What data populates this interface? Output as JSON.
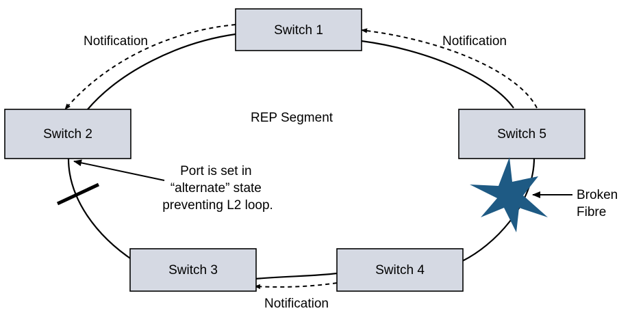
{
  "segment_label": "REP Segment",
  "switches": {
    "s1": "Switch 1",
    "s2": "Switch 2",
    "s3": "Switch 3",
    "s4": "Switch 4",
    "s5": "Switch 5"
  },
  "notifications": {
    "left": "Notification",
    "right": "Notification",
    "bottom": "Notification"
  },
  "port_note": [
    "Port is set in",
    "“alternate” state",
    "preventing L2 loop."
  ],
  "fault_note": [
    "Broken",
    "Fibre"
  ],
  "colors": {
    "switch_fill": "#d5d9e3",
    "burst": "#1e5a84"
  }
}
